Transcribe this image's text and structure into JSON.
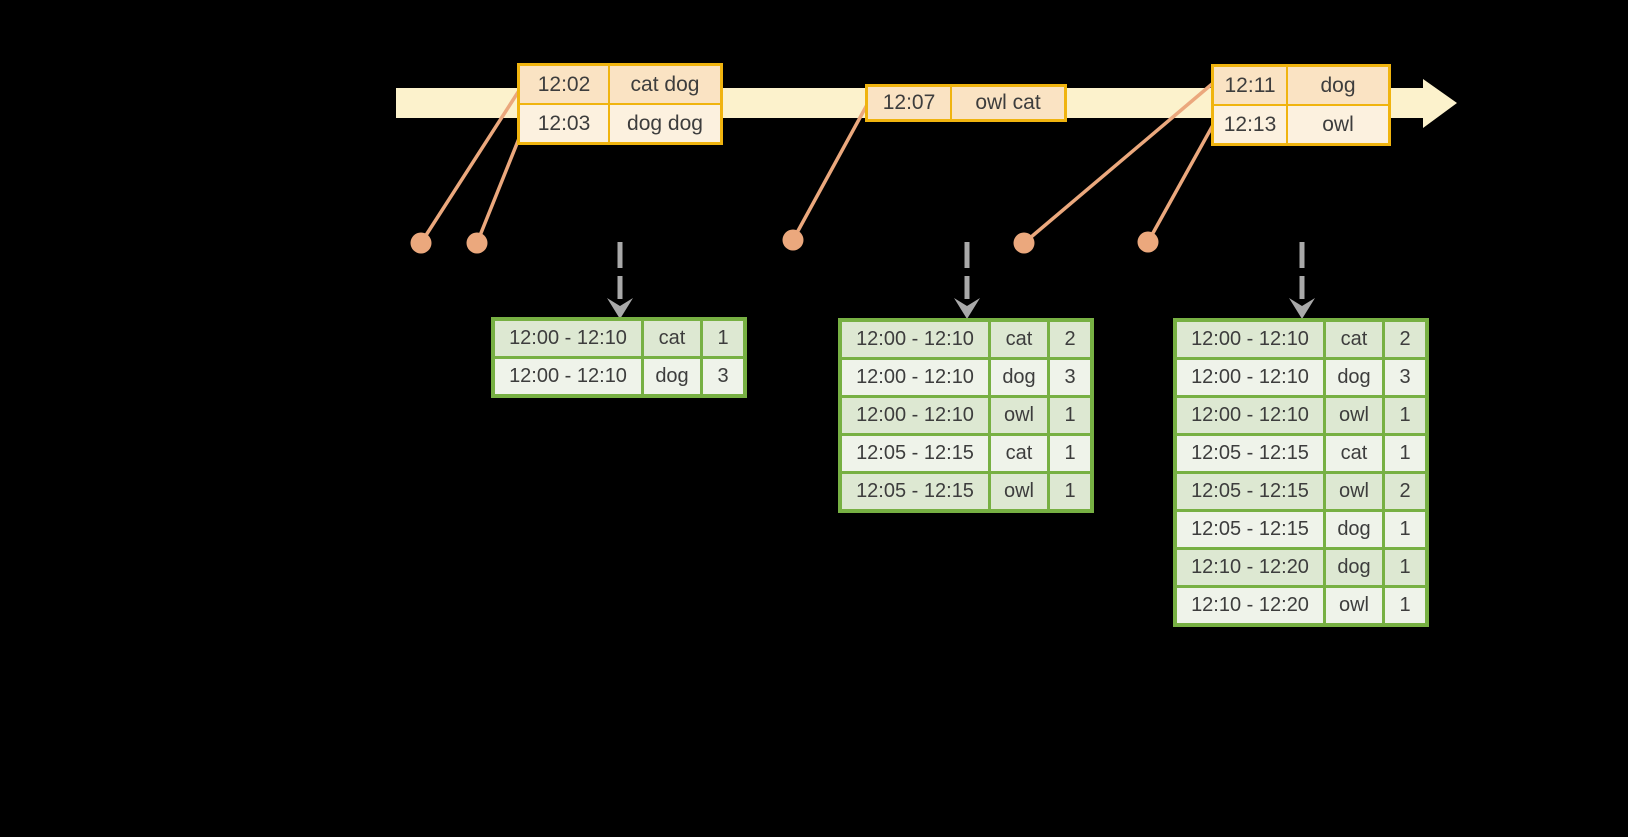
{
  "colors": {
    "background": "#000000",
    "timeline_band": "#fcf2cc",
    "event_table_border": "#f0b40f",
    "event_row_peach": "#fae3c3",
    "event_row_cream": "#fcf1df",
    "connector_salmon": "#eba87d",
    "result_table_border": "#77b043",
    "result_row_dark": "#dde8d2",
    "result_row_light": "#eff3ea",
    "trigger_arrow_gray": "#a9a9a9",
    "text": "#3d3d3d"
  },
  "timeline": {
    "event_tables": [
      {
        "rows": [
          {
            "time": "12:02",
            "words": "cat dog"
          },
          {
            "time": "12:03",
            "words": "dog dog"
          }
        ]
      },
      {
        "rows": [
          {
            "time": "12:07",
            "words": "owl cat"
          }
        ]
      },
      {
        "rows": [
          {
            "time": "12:11",
            "words": "dog"
          },
          {
            "time": "12:13",
            "words": "owl"
          }
        ]
      }
    ]
  },
  "result_tables": [
    {
      "rows": [
        {
          "window": "12:00 - 12:10",
          "word": "cat",
          "count": "1"
        },
        {
          "window": "12:00 - 12:10",
          "word": "dog",
          "count": "3"
        }
      ]
    },
    {
      "rows": [
        {
          "window": "12:00 - 12:10",
          "word": "cat",
          "count": "2"
        },
        {
          "window": "12:00 - 12:10",
          "word": "dog",
          "count": "3"
        },
        {
          "window": "12:00 - 12:10",
          "word": "owl",
          "count": "1"
        },
        {
          "window": "12:05 - 12:15",
          "word": "cat",
          "count": "1"
        },
        {
          "window": "12:05 - 12:15",
          "word": "owl",
          "count": "1"
        }
      ]
    },
    {
      "rows": [
        {
          "window": "12:00 - 12:10",
          "word": "cat",
          "count": "2"
        },
        {
          "window": "12:00 - 12:10",
          "word": "dog",
          "count": "3"
        },
        {
          "window": "12:00 - 12:10",
          "word": "owl",
          "count": "1"
        },
        {
          "window": "12:05 - 12:15",
          "word": "cat",
          "count": "1"
        },
        {
          "window": "12:05 - 12:15",
          "word": "owl",
          "count": "2"
        },
        {
          "window": "12:05 - 12:15",
          "word": "dog",
          "count": "1"
        },
        {
          "window": "12:10 - 12:20",
          "word": "dog",
          "count": "1"
        },
        {
          "window": "12:10 - 12:20",
          "word": "owl",
          "count": "1"
        }
      ]
    }
  ]
}
